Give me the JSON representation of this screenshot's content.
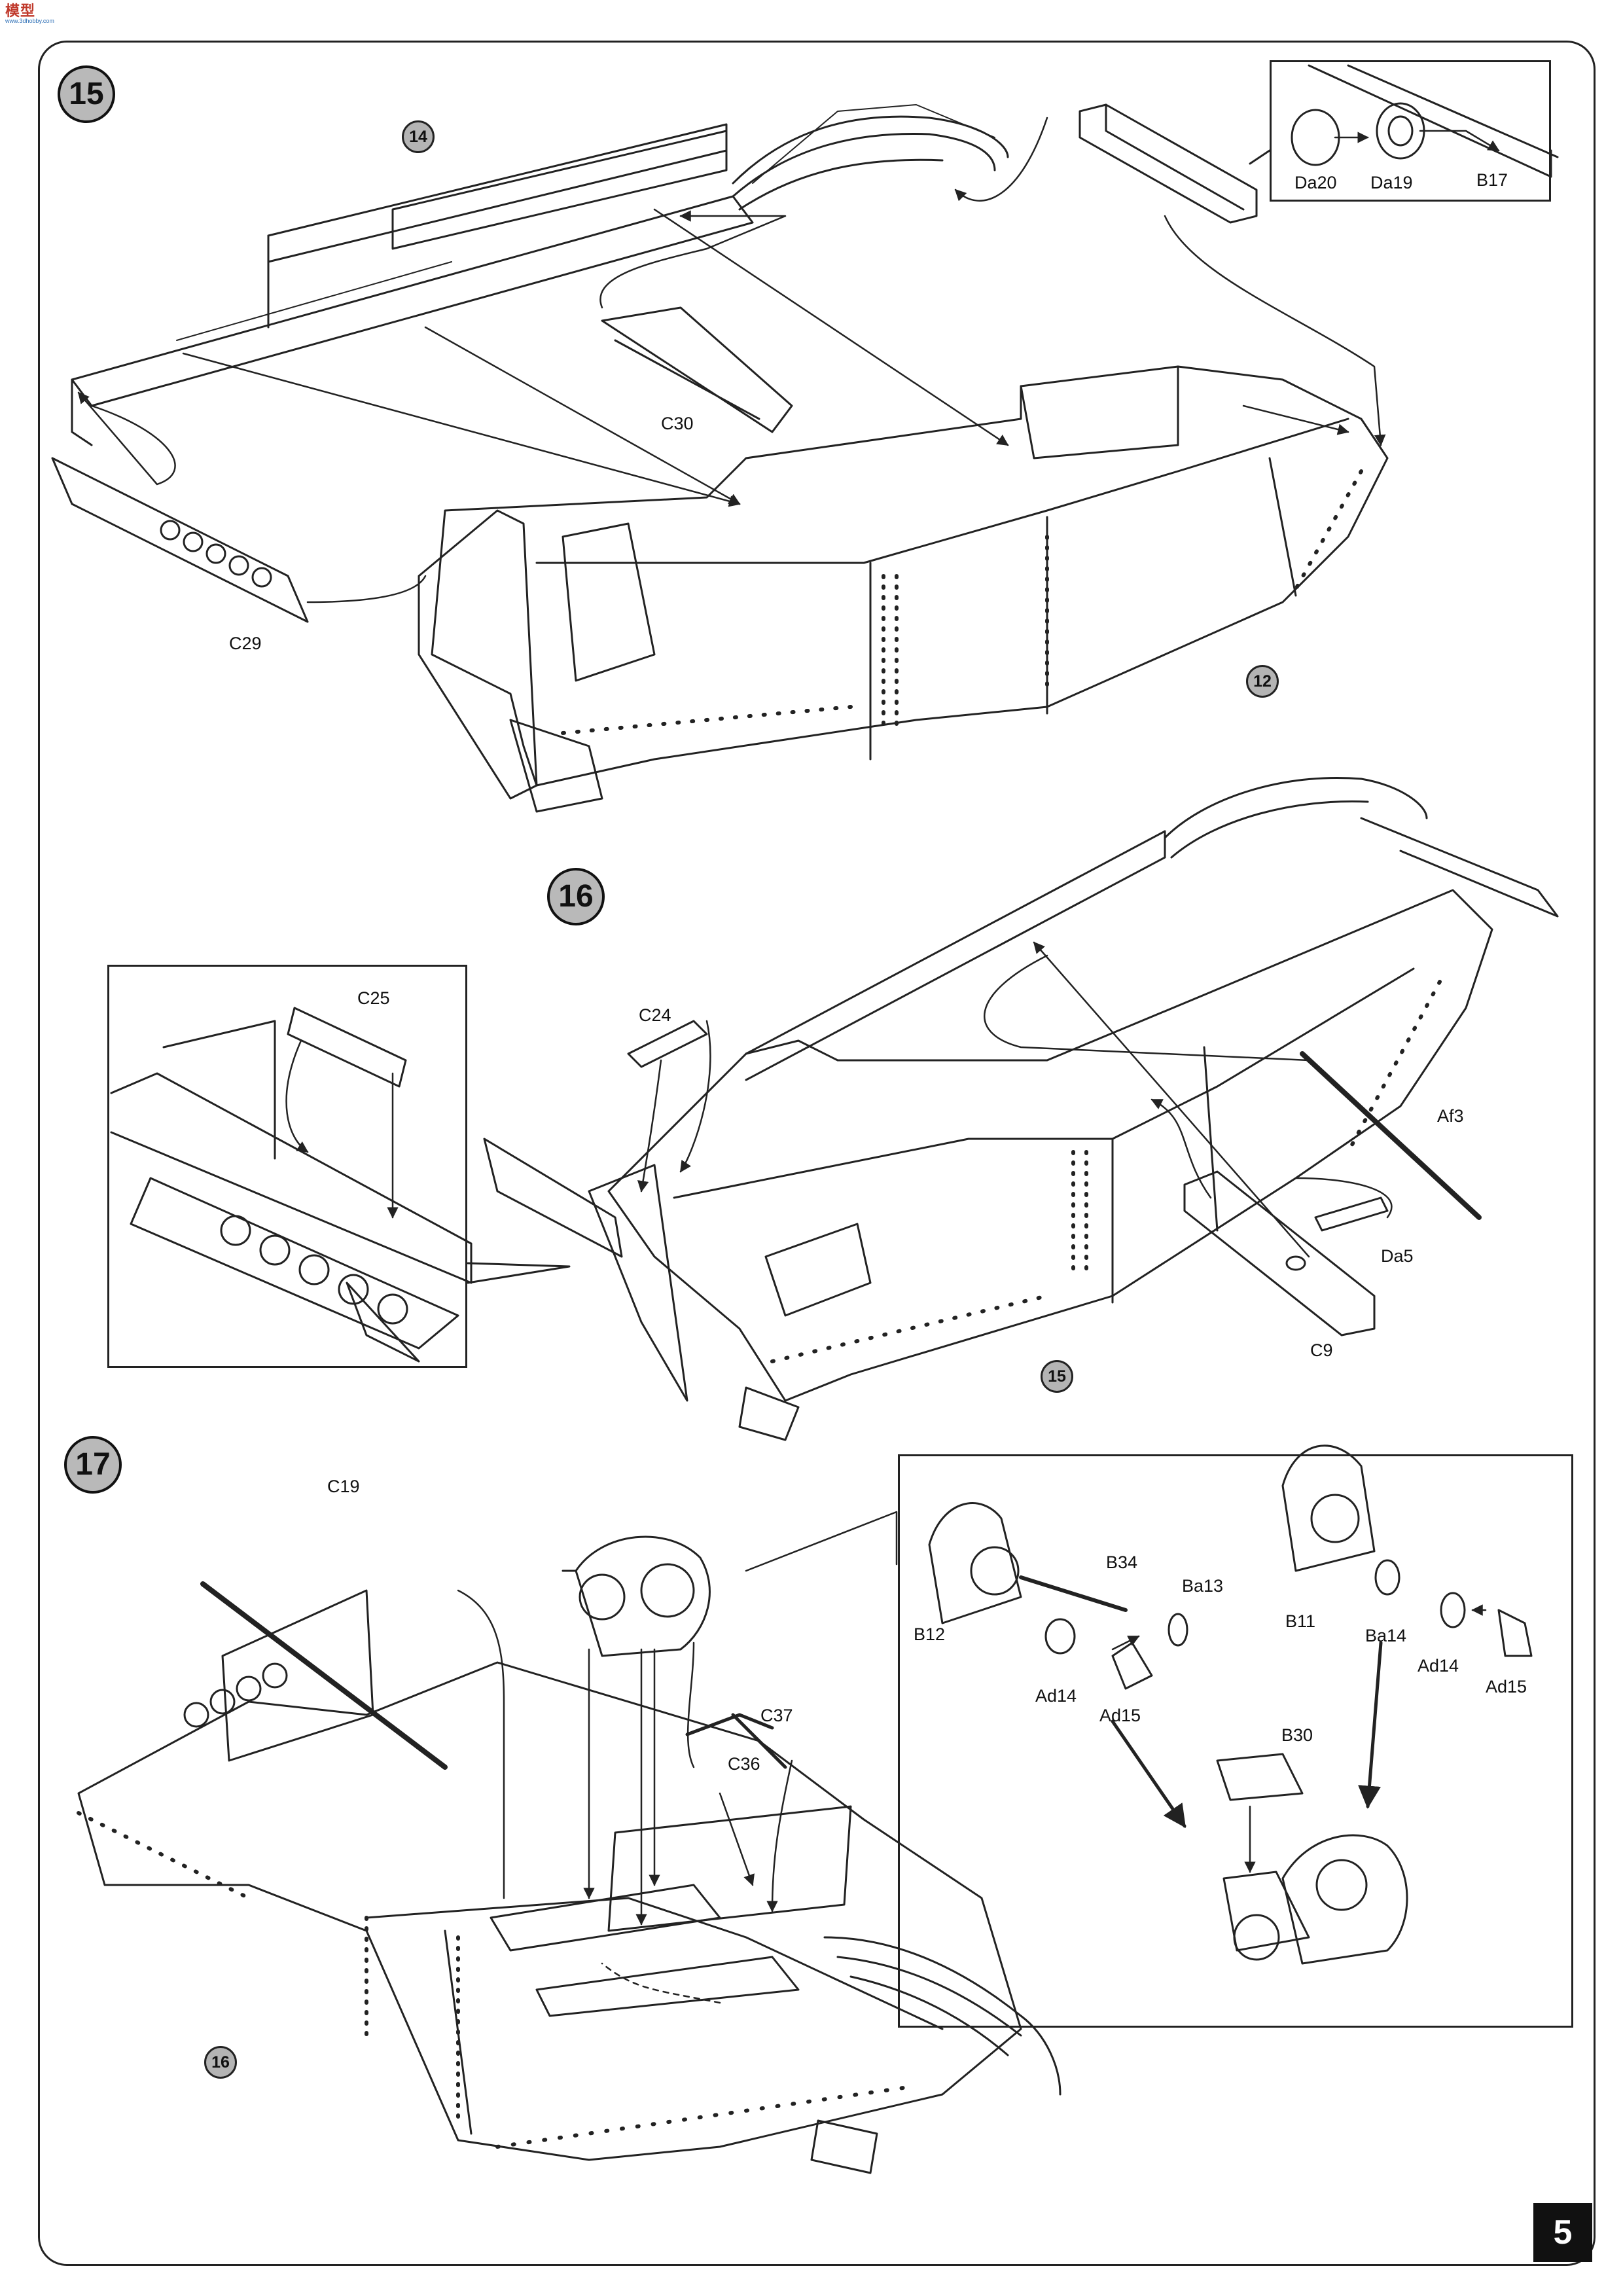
{
  "header": {
    "logo_text": "模型",
    "logo_sub": "www.3dhobby.com"
  },
  "steps": [
    {
      "number": "15"
    },
    {
      "number": "16"
    },
    {
      "number": "17"
    }
  ],
  "refs": {
    "s15_a": "14",
    "s15_b": "12",
    "s16_a": "15",
    "s17_a": "16"
  },
  "parts": {
    "da20": "Da20",
    "da19": "Da19",
    "b17": "B17",
    "c30": "C30",
    "c29": "C29",
    "c25": "C25",
    "c24": "C24",
    "af3": "Af3",
    "da5": "Da5",
    "c9": "C9",
    "c19": "C19",
    "c37": "C37",
    "c36": "C36",
    "b34": "B34",
    "ba13": "Ba13",
    "b12": "B12",
    "ad14_a": "Ad14",
    "ad15_a": "Ad15",
    "b11": "B11",
    "ba14": "Ba14",
    "ad14_b": "Ad14",
    "ad15_b": "Ad15",
    "b30": "B30"
  },
  "page": {
    "number": "5"
  },
  "colors": {
    "callout_fill": "#b9b9b9",
    "line": "#222222",
    "page_number_bg": "#111111"
  }
}
